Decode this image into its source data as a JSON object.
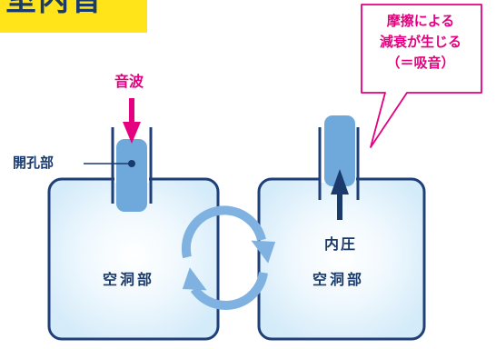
{
  "title": {
    "text": "室内音"
  },
  "callout": {
    "lines": [
      "摩擦による",
      "減衰が生じる",
      "（＝吸音）"
    ]
  },
  "left_resonator": {
    "input_label": "音波",
    "opening_label": "開孔部",
    "cavity_label": "空洞部"
  },
  "right_resonator": {
    "pressure_label": "内圧",
    "cavity_label": "空洞部"
  },
  "colors": {
    "banner": "#ffe419",
    "title_text": "#1a3a6b",
    "accent_pink": "#e4007f",
    "outline_navy": "#1f3f78",
    "cavity_fill": "#d8eefa",
    "cavity_glow": "#ffffff",
    "plug_fill": "#6fa9dc",
    "cycle_arrows": "#7fb2e0",
    "arrow_navy": "#1a3a6b"
  },
  "icons": {
    "sound_wave_arrow": "arrow-down-icon",
    "internal_pressure_arrow": "arrow-up-icon",
    "circulation": "cycle-arrows-icon"
  }
}
